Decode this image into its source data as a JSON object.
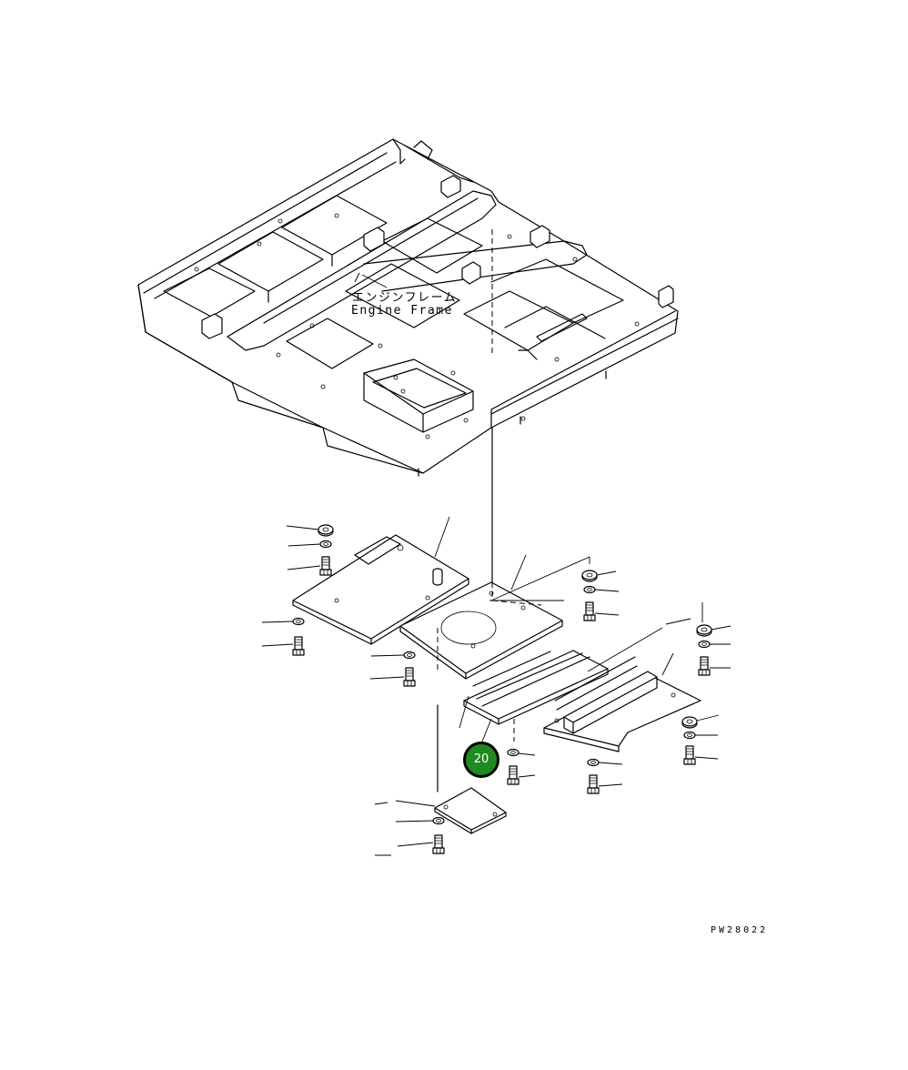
{
  "diagram": {
    "label_jp": "エンジンフレーム",
    "label_en": "Engine Frame",
    "drawing_code": "PW28022",
    "callout_number": "20",
    "colors": {
      "line": "#000000",
      "background": "#ffffff",
      "callout_fill": "#1f8a1f",
      "callout_text": "#ffffff"
    }
  }
}
